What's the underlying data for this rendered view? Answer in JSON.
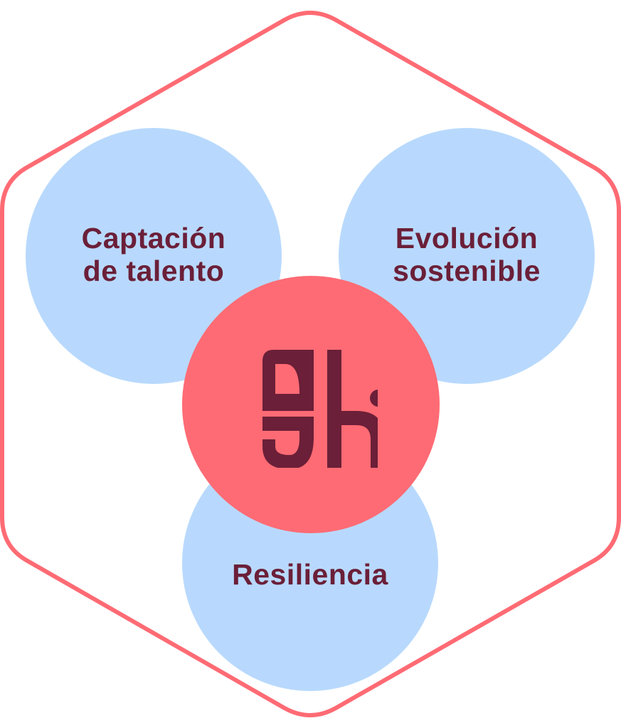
{
  "diagram": {
    "colors": {
      "hexagon_stroke": "#fe6b74",
      "circle_fill": "#b8d9fd",
      "center_fill": "#fe6b74",
      "text": "#6b1f38",
      "logo": "#6b1f38"
    },
    "nodes": [
      {
        "id": "top-left",
        "line1": "Captación",
        "line2": "de talento"
      },
      {
        "id": "top-right",
        "line1": "Evolución",
        "line2": "sostenible"
      },
      {
        "id": "bottom",
        "line1": "Resiliencia"
      }
    ],
    "center": {
      "logo": "gh-logo"
    }
  }
}
